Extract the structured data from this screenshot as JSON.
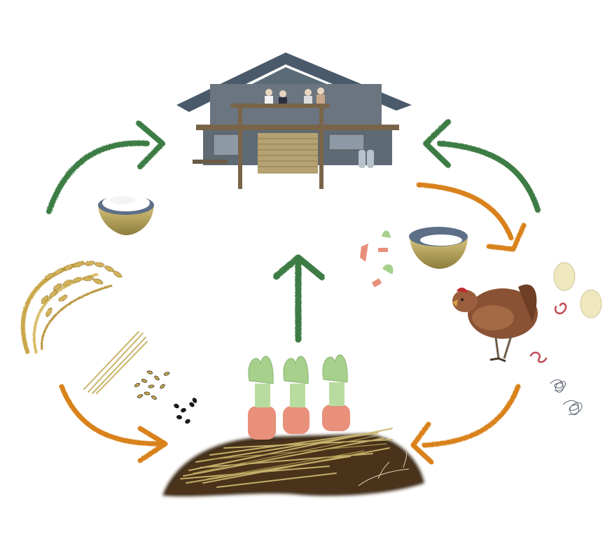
{
  "diagram": {
    "kind": "circular-farming-cycle",
    "nodes": [
      {
        "id": "farmhouse",
        "icon": "farmhouse-with-people-illustration"
      },
      {
        "id": "rice-bowl",
        "icon": "bowl-of-white-rice-icon"
      },
      {
        "id": "leftover-bowl",
        "icon": "bowl-of-leftovers-icon"
      },
      {
        "id": "vegetable-scraps",
        "icon": "vegetable-scraps-icon"
      },
      {
        "id": "chicken",
        "icon": "chicken-icon"
      },
      {
        "id": "eggs",
        "icon": "eggs-icon"
      },
      {
        "id": "droppings",
        "icon": "chicken-droppings-icon"
      },
      {
        "id": "rice-plant",
        "icon": "rice-stalk-with-grains-icon"
      },
      {
        "id": "straw-and-husks",
        "icon": "straw-and-rice-husk-icon"
      },
      {
        "id": "field",
        "icon": "soil-with-straw-mulch-and-radishes-icon"
      }
    ],
    "arrows": [
      {
        "from": "field",
        "to": "farmhouse",
        "color": "green"
      },
      {
        "from": "rice-bowl",
        "to": "farmhouse",
        "color": "green"
      },
      {
        "from": "chicken",
        "to": "farmhouse",
        "color": "green"
      },
      {
        "from": "farmhouse",
        "to": "leftover-bowl",
        "color": "orange"
      },
      {
        "from": "chicken",
        "to": "field",
        "color": "orange"
      },
      {
        "from": "rice-plant",
        "to": "field",
        "color": "orange"
      }
    ]
  },
  "colors": {
    "green_arrow": "#3d7d44",
    "orange_arrow": "#d9821f",
    "soil": "#3e2a15",
    "straw": "#c9b56e",
    "radish": "#e8907a",
    "radish_leaf": "#a6d08c",
    "chicken": "#8a5234",
    "chicken_comb": "#c22d2d",
    "bowl_outer": "#b5a35e",
    "bowl_rim": "#5d6f88",
    "house_roof": "#4a5a6a",
    "house_wall": "#6b7580",
    "wood": "#7a6448",
    "egg": "#efe8bf",
    "worm": "#c24a55"
  }
}
